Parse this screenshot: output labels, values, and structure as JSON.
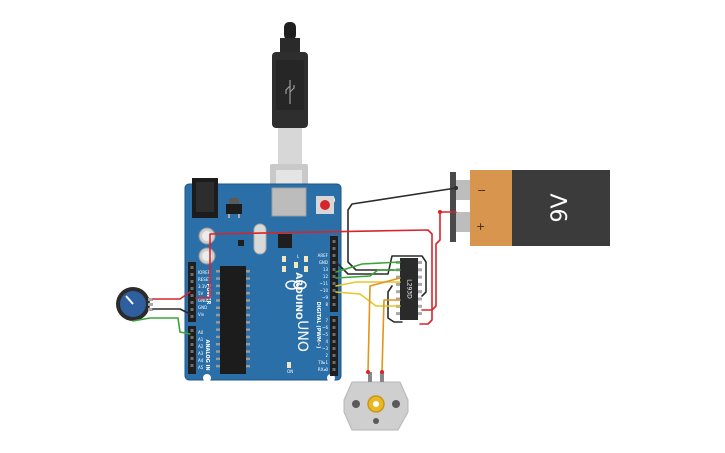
{
  "battery": {
    "voltage_label": "9V",
    "minus_label": "−",
    "plus_label": "+"
  },
  "board": {
    "logo_text": "ARDUINO",
    "model_text": "UNO",
    "digital_label": "DIGITAL (PWM~)",
    "analog_label": "ANALOG IN",
    "power_label": "POWER",
    "power_pins": [
      "IOREF",
      "RESET",
      "3.3V",
      "5V",
      "GND",
      "GND",
      "Vin"
    ],
    "analog_pins": [
      "A0",
      "A1",
      "A2",
      "A3",
      "A4",
      "A5"
    ],
    "digital_pins_top": [
      "AREF",
      "GND",
      "13",
      "12",
      "~11",
      "~10",
      "~9",
      "8"
    ],
    "digital_pins_bottom": [
      "7",
      "~6",
      "~5",
      "4",
      "~3",
      "2",
      "TX▸1",
      "RX◂0"
    ],
    "tx_label": "TX",
    "rx_label": "RX",
    "l_label": "L",
    "on_label": "ON"
  },
  "ic": {
    "label": "L293D"
  },
  "colors": {
    "board_blue": "#2a6fa8",
    "board_edge": "#1d5587",
    "wire_red": "#d7262b",
    "wire_black": "#2b2b2b",
    "wire_green": "#3aa537",
    "wire_yellow": "#e8c628",
    "wire_orange": "#e3941a",
    "battery_orange": "#d8954e",
    "battery_dark": "#3b3b3b"
  },
  "icons": [
    "usb-cable-icon",
    "potentiometer-icon",
    "dc-motor-icon",
    "battery-icon",
    "ic-chip-icon"
  ]
}
